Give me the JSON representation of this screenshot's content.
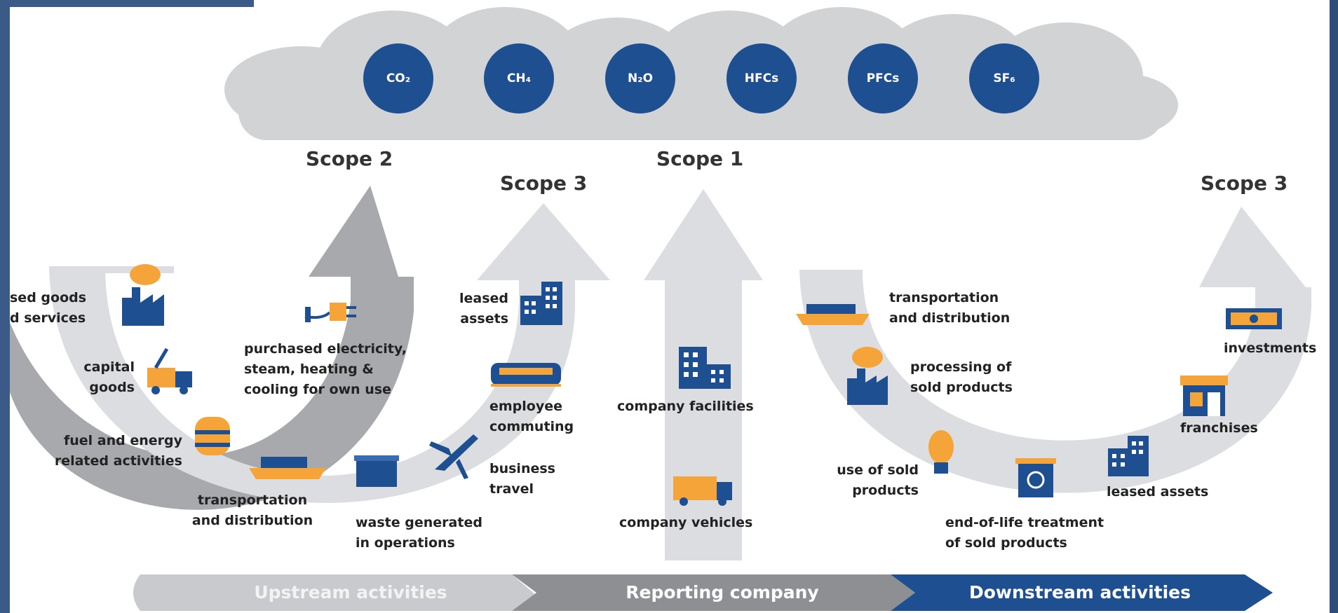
{
  "gases": [
    "CO₂",
    "CH₄",
    "N₂O",
    "HFCs",
    "PFCs",
    "SF₆"
  ],
  "scopes": {
    "scope2": "Scope 2",
    "scope3_up": "Scope 3",
    "scope1": "Scope 1",
    "scope3_down": "Scope 3"
  },
  "upstream": {
    "purchased_goods": "sed goods\nd services",
    "capital_goods": "capital\ngoods",
    "fuel_energy": "fuel and energy\nrelated activities",
    "transport": "transportation\nand distribution",
    "waste": "waste generated\nin operations",
    "business_travel": "business\ntravel",
    "commuting": "employee\ncommuting",
    "leased_assets": "leased\nassets",
    "electricity": "purchased electricity,\nsteam, heating &\ncooling for own use"
  },
  "reporting": {
    "facilities": "company facilities",
    "vehicles": "company vehicles"
  },
  "downstream": {
    "transport": "transportation\nand distribution",
    "processing": "processing of\nsold products",
    "use": "use of sold\nproducts",
    "end_of_life": "end-of-life treatment\nof sold products",
    "leased_assets": "leased assets",
    "franchises": "franchises",
    "investments": "investments"
  },
  "bands": {
    "upstream": "Upstream activities",
    "reporting": "Reporting company",
    "downstream": "Downstream activities"
  },
  "colors": {
    "blue": "#1d4f91",
    "orange": "#f5a43a",
    "cloud": "#d2d3d5",
    "arrow_light": "#dcdde0",
    "arrow_dark": "#a7a9ac",
    "band_light": "#c9cacd",
    "band_mid": "#8d8f92"
  }
}
